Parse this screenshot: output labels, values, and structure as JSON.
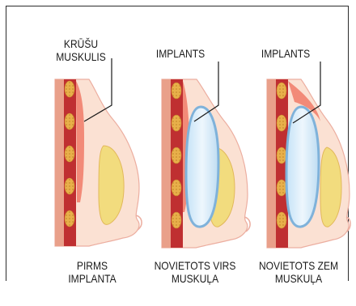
{
  "labels": {
    "muscle_line1": "KRŪŠU",
    "muscle_line2": "MUSKULIS",
    "implant_1": "IMPLANTS",
    "implant_2": "IMPLANTS"
  },
  "panels": [
    {
      "caption_line1": "PIRMS",
      "caption_line2": "IMPLANTA"
    },
    {
      "caption_line1": "NOVIETOTS VIRS",
      "caption_line2": "MUSKUĻA"
    },
    {
      "caption_line1": "NOVIETOTS ZEM",
      "caption_line2": "MUSKUĻA"
    }
  ],
  "colors": {
    "skin": "#fbe1d3",
    "skin_outline": "#ecaea0",
    "muscle": "#bf2f31",
    "muscle_pink": "#f28a78",
    "rib": "#e8b04a",
    "fat": "#f2dc7e",
    "implant": "#d6ecfb",
    "implant_edge": "#7fb2da",
    "frame": "#2b2b2b"
  }
}
